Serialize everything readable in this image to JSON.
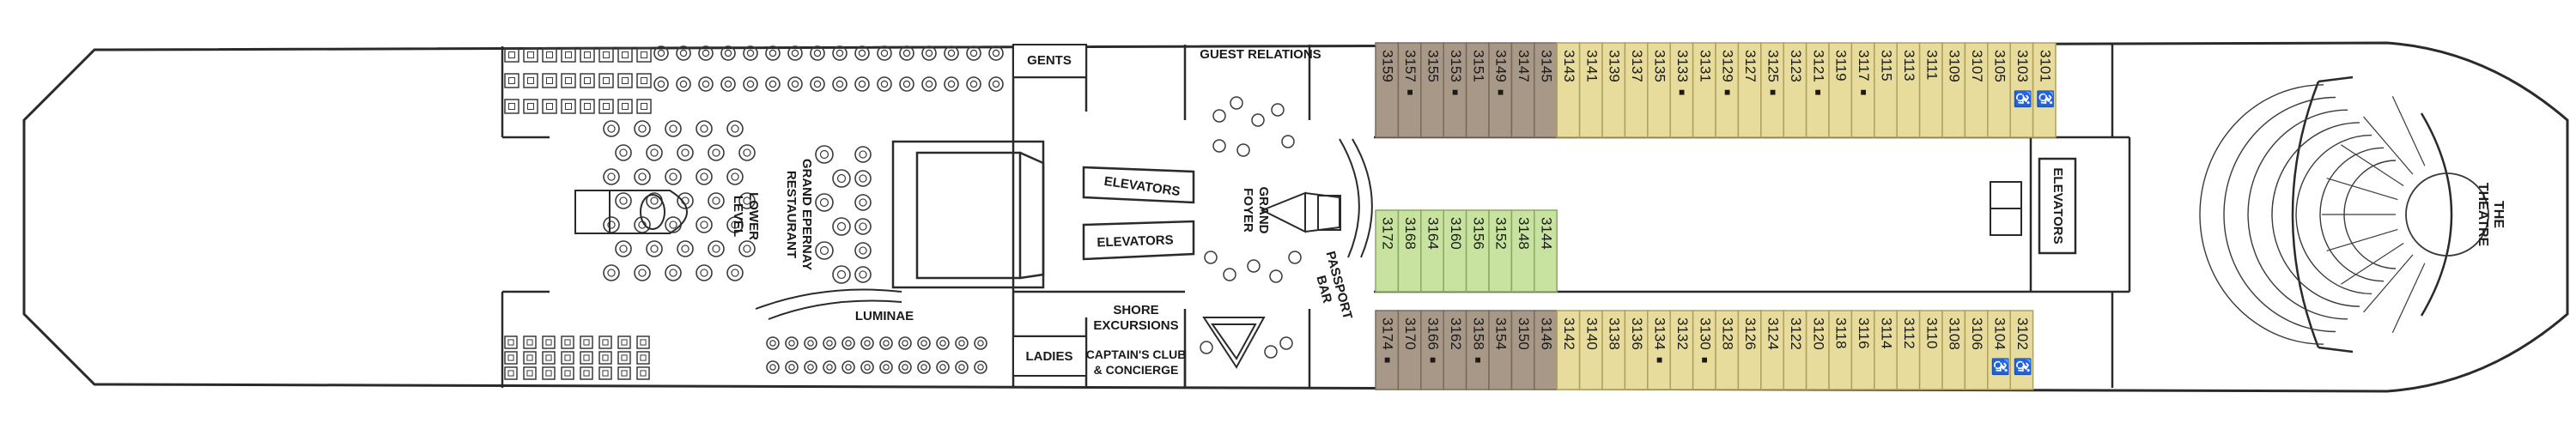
{
  "venues": {
    "gents": "GENTS",
    "ladies": "LADIES",
    "guest_relations": "GUEST RELATIONS",
    "shore_excursions": [
      "SHORE",
      "EXCURSIONS"
    ],
    "captains_club": [
      "CAPTAIN'S CLUB",
      "& CONCIERGE"
    ],
    "grand_epernay": [
      "GRAND EPERNAY",
      "RESTAURANT"
    ],
    "lower_level": [
      "LOWER",
      "LEVEL"
    ],
    "luminae": "LUMINAE",
    "elevators_fwd_top": "ELEVATORS",
    "elevators_fwd_bottom": "ELEVATORS",
    "grand_foyer": [
      "GRAND",
      "FOYER"
    ],
    "passport_bar": [
      "PASSPORT",
      "BAR"
    ],
    "elevators_aft": "ELEVATORS",
    "theatre": [
      "THE",
      "THEATRE"
    ]
  },
  "colors": {
    "outline": "#2a2a2a",
    "suite_brown": "#a89888",
    "suite_border": "#7a6a5c",
    "verandah_yellow": "#e8dc9c",
    "inside_green": "#c8e2a0",
    "hull_bg": "#ffffff",
    "furniture": "#3a3a3a"
  },
  "icons": {
    "accessible": "wheelchair-icon",
    "connecting": "connecting-stateroom-icon"
  },
  "cabins": {
    "top_brown": [
      {
        "num": "3159",
        "mark": ""
      },
      {
        "num": "3157",
        "mark": "■"
      },
      {
        "num": "3155",
        "mark": ""
      },
      {
        "num": "3153",
        "mark": "■"
      },
      {
        "num": "3151",
        "mark": ""
      },
      {
        "num": "3149",
        "mark": "■"
      },
      {
        "num": "3147",
        "mark": ""
      },
      {
        "num": "3145",
        "mark": ""
      }
    ],
    "top_yellow": [
      {
        "num": "3143",
        "mark": ""
      },
      {
        "num": "3141",
        "mark": ""
      },
      {
        "num": "3139",
        "mark": ""
      },
      {
        "num": "3137",
        "mark": ""
      },
      {
        "num": "3135",
        "mark": ""
      },
      {
        "num": "3133",
        "mark": "■"
      },
      {
        "num": "3131",
        "mark": ""
      },
      {
        "num": "3129",
        "mark": "■"
      },
      {
        "num": "3127",
        "mark": ""
      },
      {
        "num": "3125",
        "mark": "■"
      },
      {
        "num": "3123",
        "mark": ""
      },
      {
        "num": "3121",
        "mark": "■"
      },
      {
        "num": "3119",
        "mark": ""
      },
      {
        "num": "3117",
        "mark": "■"
      },
      {
        "num": "3115",
        "mark": ""
      },
      {
        "num": "3113",
        "mark": ""
      },
      {
        "num": "3111",
        "mark": ""
      },
      {
        "num": "3109",
        "mark": ""
      },
      {
        "num": "3107",
        "mark": ""
      },
      {
        "num": "3105",
        "mark": ""
      },
      {
        "num": "3103",
        "mark": "♿"
      },
      {
        "num": "3101",
        "mark": "♿"
      }
    ],
    "middle_green": [
      {
        "num": "3172",
        "mark": ""
      },
      {
        "num": "3168",
        "mark": ""
      },
      {
        "num": "3164",
        "mark": ""
      },
      {
        "num": "3160",
        "mark": ""
      },
      {
        "num": "3156",
        "mark": ""
      },
      {
        "num": "3152",
        "mark": ""
      },
      {
        "num": "3148",
        "mark": ""
      },
      {
        "num": "3144",
        "mark": ""
      }
    ],
    "bottom_brown": [
      {
        "num": "3174",
        "mark": "■"
      },
      {
        "num": "3170",
        "mark": ""
      },
      {
        "num": "3166",
        "mark": "■"
      },
      {
        "num": "3162",
        "mark": ""
      },
      {
        "num": "3158",
        "mark": "■"
      },
      {
        "num": "3154",
        "mark": ""
      },
      {
        "num": "3150",
        "mark": ""
      },
      {
        "num": "3146",
        "mark": ""
      }
    ],
    "bottom_yellow": [
      {
        "num": "3142",
        "mark": ""
      },
      {
        "num": "3140",
        "mark": ""
      },
      {
        "num": "3138",
        "mark": ""
      },
      {
        "num": "3136",
        "mark": ""
      },
      {
        "num": "3134",
        "mark": "■"
      },
      {
        "num": "3132",
        "mark": ""
      },
      {
        "num": "3130",
        "mark": "■"
      },
      {
        "num": "3128",
        "mark": ""
      },
      {
        "num": "3126",
        "mark": ""
      },
      {
        "num": "3124",
        "mark": ""
      },
      {
        "num": "3122",
        "mark": ""
      },
      {
        "num": "3120",
        "mark": ""
      },
      {
        "num": "3118",
        "mark": ""
      },
      {
        "num": "3116",
        "mark": ""
      },
      {
        "num": "3114",
        "mark": ""
      },
      {
        "num": "3112",
        "mark": ""
      },
      {
        "num": "3110",
        "mark": ""
      },
      {
        "num": "3108",
        "mark": ""
      },
      {
        "num": "3106",
        "mark": ""
      },
      {
        "num": "3104",
        "mark": "♿"
      },
      {
        "num": "3102",
        "mark": "♿"
      }
    ]
  }
}
